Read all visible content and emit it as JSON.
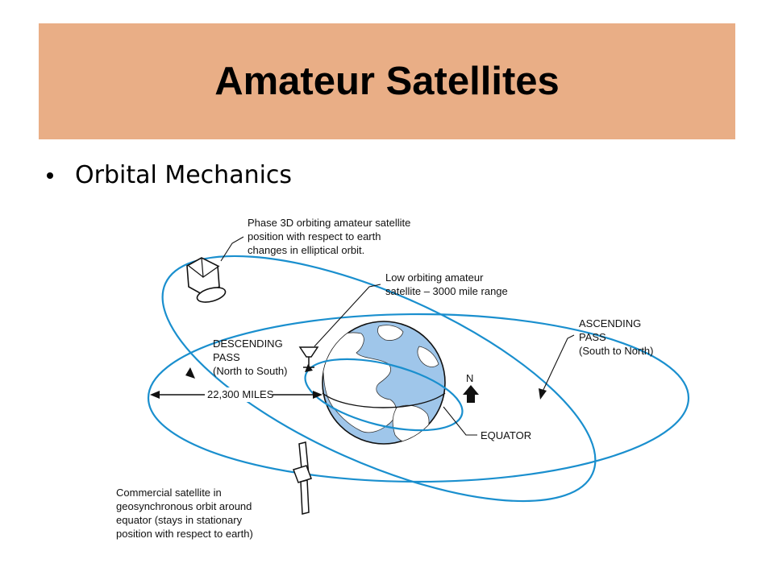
{
  "slide": {
    "title": "Amateur Satellites",
    "bullet": "Orbital Mechanics"
  },
  "diagram": {
    "phase3d_label": [
      "Phase 3D orbiting amateur satellite",
      "position with respect to earth",
      "changes in elliptical orbit."
    ],
    "low_orbit_label": [
      "Low orbiting amateur",
      "satellite – 3000 mile range"
    ],
    "descending_label": [
      "DESCENDING",
      "PASS",
      "(North to South)"
    ],
    "ascending_label": [
      "ASCENDING",
      "PASS",
      "(South to North)"
    ],
    "distance_label": "22,300 MILES",
    "north_label": "N",
    "equator_label": "EQUATOR",
    "commercial_label": [
      "Commercial satellite in",
      "geosynchronous orbit around",
      "equator (stays in stationary",
      "position with respect to earth)"
    ]
  },
  "colors": {
    "title_background": "#e9ae86",
    "orbit_blue": "#1a8fce",
    "earth_ocean": "#9fc6ea",
    "earth_land": "#ffffff"
  }
}
